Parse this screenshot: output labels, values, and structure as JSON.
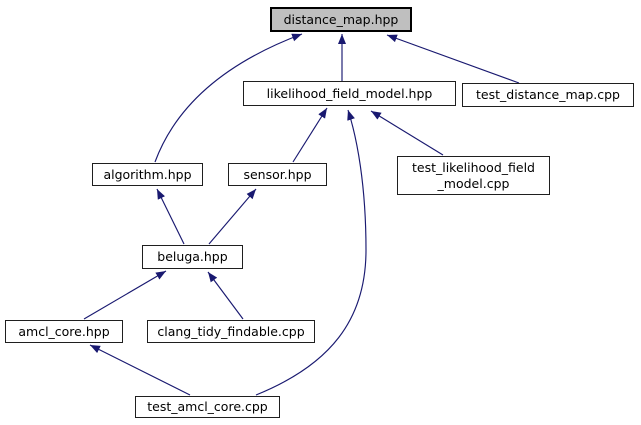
{
  "diagram": {
    "title": "distance_map.hpp include dependency graph",
    "type": "doxygen-included-by-graph",
    "edge_color": "#191970",
    "root_fill_color": "#bfbfbf",
    "node_border_color": "#000000",
    "nodes": [
      {
        "id": "distance_map",
        "label": "distance_map.hpp",
        "root": true
      },
      {
        "id": "likelihood_field_model",
        "label": "likelihood_field_model.hpp",
        "root": false
      },
      {
        "id": "test_distance_map",
        "label": "test_distance_map.cpp",
        "root": false
      },
      {
        "id": "algorithm",
        "label": "algorithm.hpp",
        "root": false
      },
      {
        "id": "sensor",
        "label": "sensor.hpp",
        "root": false
      },
      {
        "id": "test_likelihood_field_model",
        "label": "test_likelihood_field\n_model.cpp",
        "root": false
      },
      {
        "id": "beluga",
        "label": "beluga.hpp",
        "root": false
      },
      {
        "id": "amcl_core",
        "label": "amcl_core.hpp",
        "root": false
      },
      {
        "id": "clang_tidy_findable",
        "label": "clang_tidy_findable.cpp",
        "root": false
      },
      {
        "id": "test_amcl_core",
        "label": "test_amcl_core.cpp",
        "root": false
      }
    ],
    "edges": [
      {
        "from": "likelihood_field_model.hpp",
        "to": "distance_map.hpp"
      },
      {
        "from": "test_distance_map.cpp",
        "to": "distance_map.hpp"
      },
      {
        "from": "algorithm.hpp",
        "to": "distance_map.hpp"
      },
      {
        "from": "sensor.hpp",
        "to": "likelihood_field_model.hpp"
      },
      {
        "from": "test_likelihood_field_model.cpp",
        "to": "likelihood_field_model.hpp"
      },
      {
        "from": "test_amcl_core.cpp",
        "to": "likelihood_field_model.hpp"
      },
      {
        "from": "beluga.hpp",
        "to": "algorithm.hpp"
      },
      {
        "from": "beluga.hpp",
        "to": "sensor.hpp"
      },
      {
        "from": "amcl_core.hpp",
        "to": "beluga.hpp"
      },
      {
        "from": "clang_tidy_findable.cpp",
        "to": "beluga.hpp"
      },
      {
        "from": "test_amcl_core.cpp",
        "to": "amcl_core.hpp"
      }
    ]
  }
}
